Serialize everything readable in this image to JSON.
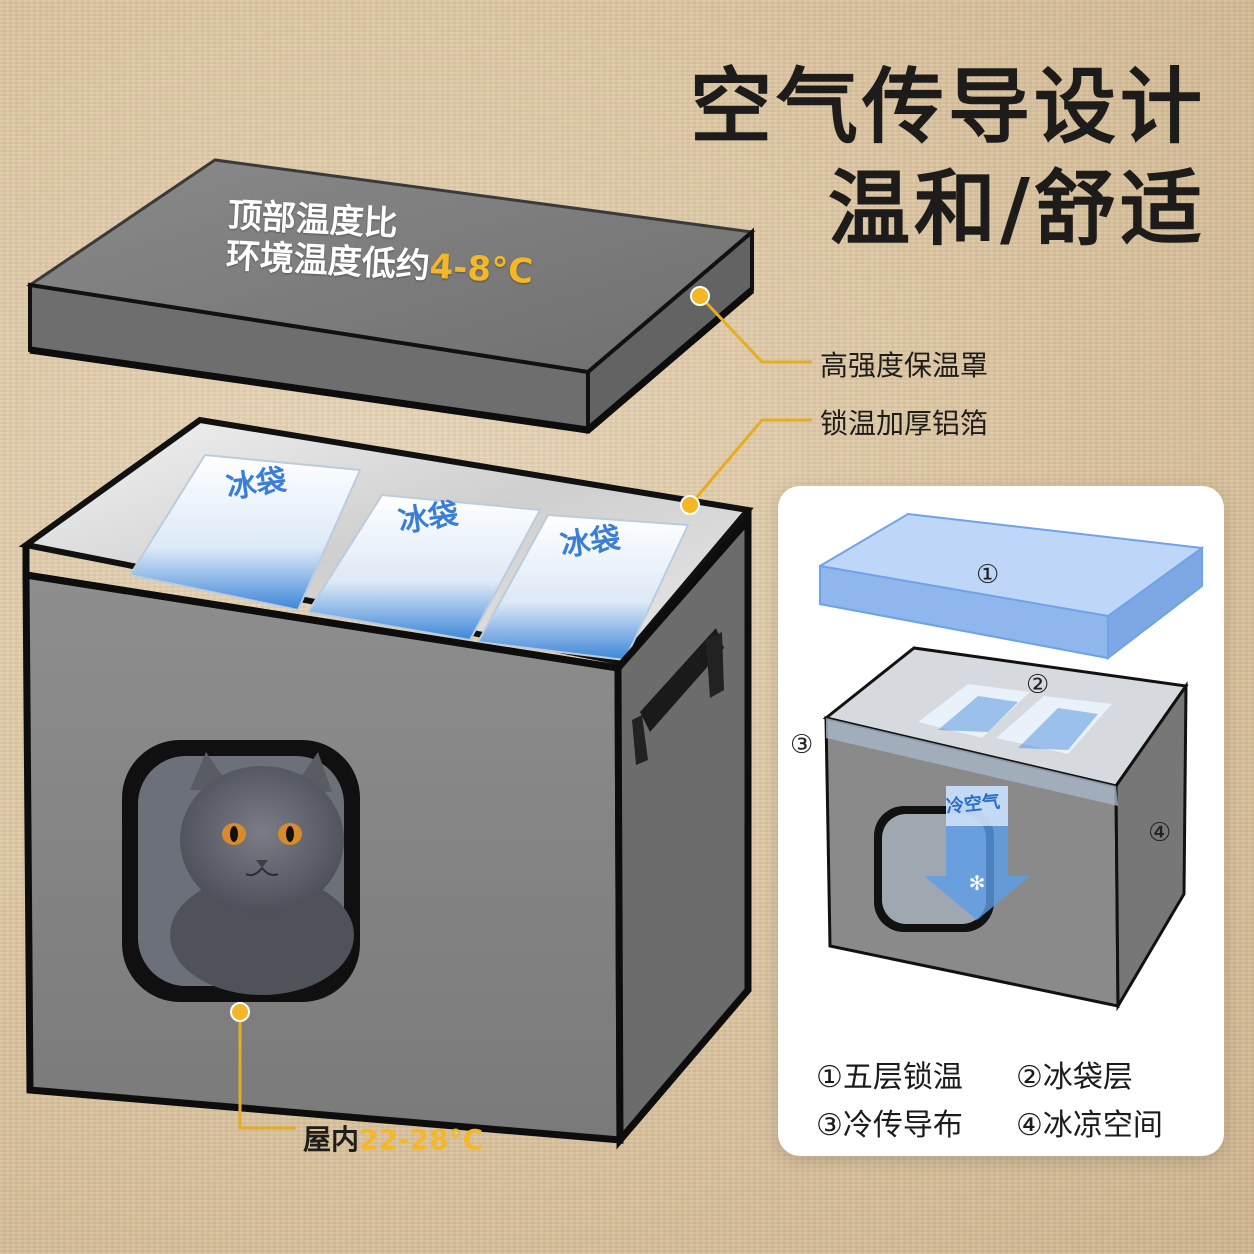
{
  "headline": {
    "line1": "空气传导设计",
    "line2": "温和/舒适"
  },
  "lid": {
    "line1": "顶部温度比",
    "line2_prefix": "环境温度低约",
    "line2_value": "4-8°C"
  },
  "callouts": {
    "cover": "高强度保温罩",
    "foil": "锁温加厚铝箔"
  },
  "indoor": {
    "prefix": "屋内",
    "value": "22-28°C"
  },
  "ice_pack_label": "冰袋",
  "diagram": {
    "markers": [
      "①",
      "②",
      "③",
      "④"
    ],
    "cold_air": "冷空气",
    "legend": [
      [
        "①五层锁温",
        "②冰袋层"
      ],
      [
        "③冷传导布",
        "④冰凉空间"
      ]
    ]
  },
  "colors": {
    "accent": "#f4b826",
    "box_gray": "#808080",
    "panel_bg": "#ffffff",
    "transparent_blue": "#8fb9f2"
  }
}
